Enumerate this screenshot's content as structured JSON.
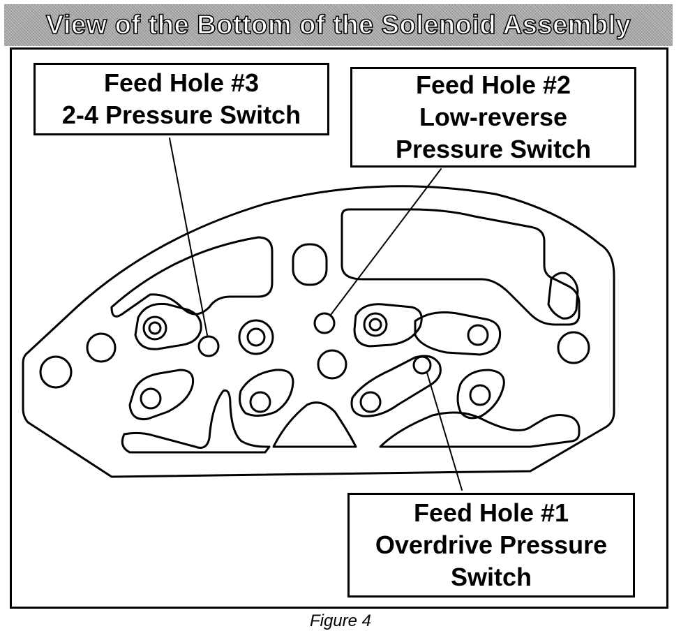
{
  "title": "View of the Bottom of the Solenoid Assembly",
  "callouts": {
    "feed_hole_3": {
      "line1": "Feed Hole #3",
      "line2": "2-4 Pressure Switch"
    },
    "feed_hole_2": {
      "line1": "Feed Hole #2",
      "line2": "Low-reverse",
      "line3": "Pressure Switch"
    },
    "feed_hole_1": {
      "line1": "Feed Hole #1",
      "line2": "Overdrive Pressure",
      "line3": "Switch"
    }
  },
  "caption": "Figure 4",
  "colors": {
    "ink": "#000000",
    "paper": "#ffffff",
    "title_fill": "#bcbcbc"
  }
}
